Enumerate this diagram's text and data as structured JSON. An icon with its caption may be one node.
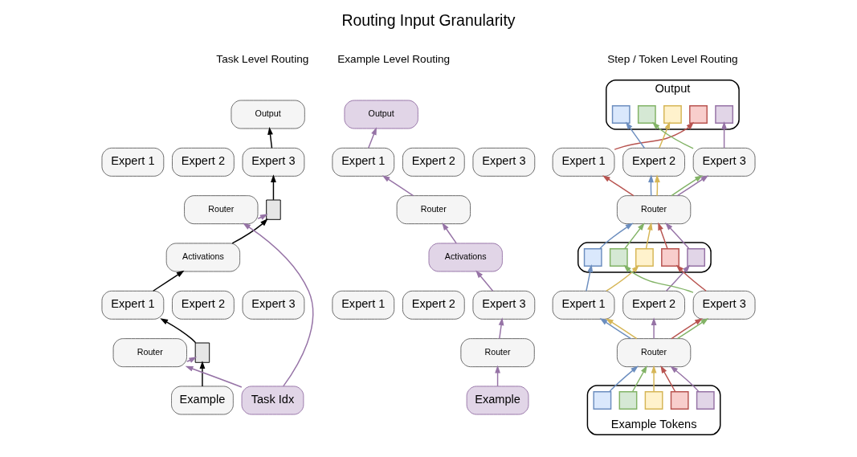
{
  "diagram": {
    "title": "Routing Input Granularity",
    "nodes": [
      {
        "text": [
          "Output"
        ]
      },
      {
        "text": [
          "Expert 1"
        ]
      },
      {
        "text": [
          "Expert 2"
        ]
      },
      {
        "text": [
          "Expert 3"
        ]
      },
      {
        "text": [],
        "shape": "bar"
      },
      {
        "text": [
          "Router"
        ]
      },
      {
        "text": [
          "Activations"
        ]
      },
      {
        "text": [
          "Expert 1"
        ]
      },
      {
        "text": [
          "Expert 2"
        ]
      },
      {
        "text": [
          "Expert 3"
        ]
      },
      {
        "text": [],
        "shape": "bar"
      },
      {
        "text": [
          "Router"
        ]
      },
      {
        "text": [
          "Example"
        ]
      },
      {
        "text": [
          "Task Idx"
        ]
      },
      {
        "text": [
          "Output"
        ]
      },
      {
        "text": [
          "Expert 1"
        ]
      },
      {
        "text": [
          "Expert 2"
        ]
      },
      {
        "text": [
          "Expert 3"
        ]
      },
      {
        "text": [
          "Router"
        ]
      },
      {
        "text": [
          "Activations"
        ]
      },
      {
        "text": [
          "Expert 1"
        ]
      },
      {
        "text": [
          "Expert 2"
        ]
      },
      {
        "text": [
          "Expert 3"
        ]
      },
      {
        "text": [
          "Router"
        ]
      },
      {
        "text": [
          "Example"
        ]
      },
      {
        "text": [
          "Output"
        ]
      },
      {
        "text": [],
        "shape": "box",
        "in": 25
      },
      {
        "text": [],
        "shape": "box",
        "in": 25
      },
      {
        "text": [],
        "shape": "box",
        "in": 25
      },
      {
        "text": [],
        "shape": "box",
        "in": 25
      },
      {
        "text": [],
        "shape": "box",
        "in": 25
      },
      {
        "text": [
          "Expert 1"
        ]
      },
      {
        "text": [
          "Expert 2"
        ]
      },
      {
        "text": [
          "Expert 3"
        ]
      },
      {
        "text": [
          "Router"
        ]
      },
      {
        "text": [],
        "shape": "box"
      },
      {
        "text": [],
        "shape": "box",
        "in": 35
      },
      {
        "text": [],
        "shape": "box",
        "in": 35
      },
      {
        "text": [],
        "shape": "box",
        "in": 35
      },
      {
        "text": [],
        "shape": "box",
        "in": 35
      },
      {
        "text": [],
        "shape": "box",
        "in": 35
      },
      {
        "text": [
          "Expert 1"
        ]
      },
      {
        "text": [
          "Expert 2"
        ]
      },
      {
        "text": [
          "Expert 3"
        ]
      },
      {
        "text": [
          "Router"
        ]
      },
      {
        "text": [
          "Example Tokens"
        ]
      },
      {
        "text": [],
        "shape": "box",
        "in": 45
      },
      {
        "text": [],
        "shape": "box",
        "in": 45
      },
      {
        "text": [],
        "shape": "box",
        "in": 45
      },
      {
        "text": [],
        "shape": "box",
        "in": 45
      },
      {
        "text": [],
        "shape": "box",
        "in": 45
      }
    ],
    "edges": [
      {
        "from": 3,
        "to": 0,
        "arrow": "to",
        "color": "#000000"
      },
      {
        "from": 4,
        "to": 3,
        "arrow": "to",
        "color": "#000000"
      },
      {
        "from": 5,
        "to": 4,
        "arrow": "to"
      },
      {
        "from": 6,
        "to": 4,
        "arrow": "to",
        "color": "#000000"
      },
      {
        "from": 7,
        "to": 6,
        "arrow": "to",
        "color": "#000000"
      },
      {
        "from": 10,
        "to": 7,
        "arrow": "to",
        "color": "#000000"
      },
      {
        "from": 11,
        "to": 10,
        "arrow": "to"
      },
      {
        "from": 12,
        "to": 10,
        "arrow": "to",
        "color": "#000000"
      },
      {
        "from": 13,
        "to": 11,
        "arrow": "to"
      },
      {
        "from": 13,
        "to": 5,
        "arrow": "to"
      },
      {
        "from": 15,
        "to": 14,
        "arrow": "to"
      },
      {
        "from": 18,
        "to": 15,
        "arrow": "to"
      },
      {
        "from": 19,
        "to": 18,
        "arrow": "to"
      },
      {
        "from": 22,
        "to": 19,
        "arrow": "to"
      },
      {
        "from": 23,
        "to": 22,
        "arrow": "to"
      },
      {
        "from": 24,
        "to": 23,
        "arrow": "to"
      },
      {
        "from": 46,
        "to": 44,
        "arrow": "to",
        "color": "#6c8ebf"
      },
      {
        "from": 47,
        "to": 44,
        "arrow": "to",
        "color": "#82b366"
      },
      {
        "from": 48,
        "to": 44,
        "arrow": "to",
        "color": "#d6b656"
      },
      {
        "from": 49,
        "to": 44,
        "arrow": "to",
        "color": "#b85450"
      },
      {
        "from": 50,
        "to": 44,
        "arrow": "to"
      },
      {
        "from": 44,
        "to": 41,
        "arrow": "to",
        "color": "#6c8ebf"
      },
      {
        "from": 44,
        "to": 41,
        "arrow": "to",
        "color": "#d6b656"
      },
      {
        "from": 44,
        "to": 42,
        "arrow": "to"
      },
      {
        "from": 44,
        "to": 43,
        "arrow": "to",
        "color": "#b85450"
      },
      {
        "from": 44,
        "to": 43,
        "arrow": "to",
        "color": "#82b366"
      },
      {
        "from": 41,
        "to": 36,
        "arrow": "to",
        "color": "#6c8ebf"
      },
      {
        "from": 41,
        "to": 38,
        "arrow": "to",
        "color": "#d6b656"
      },
      {
        "from": 42,
        "to": 40,
        "arrow": "to"
      },
      {
        "from": 43,
        "to": 39,
        "arrow": "to",
        "color": "#b85450"
      },
      {
        "from": 43,
        "to": 37,
        "arrow": "to",
        "color": "#82b366"
      },
      {
        "from": 36,
        "to": 34,
        "arrow": "to",
        "color": "#6c8ebf"
      },
      {
        "from": 37,
        "to": 34,
        "arrow": "to",
        "color": "#82b366"
      },
      {
        "from": 38,
        "to": 34,
        "arrow": "to",
        "color": "#d6b656"
      },
      {
        "from": 39,
        "to": 34,
        "arrow": "to",
        "color": "#b85450"
      },
      {
        "from": 40,
        "to": 34,
        "arrow": "to"
      },
      {
        "from": 34,
        "to": 31,
        "arrow": "to",
        "color": "#b85450"
      },
      {
        "from": 34,
        "to": 32,
        "arrow": "to",
        "color": "#6c8ebf"
      },
      {
        "from": 34,
        "to": 32,
        "arrow": "to",
        "color": "#d6b656"
      },
      {
        "from": 34,
        "to": 33,
        "arrow": "to",
        "color": "#82b366"
      },
      {
        "from": 34,
        "to": 33,
        "arrow": "to"
      },
      {
        "from": 31,
        "to": 29,
        "arrow": "to",
        "color": "#b85450"
      },
      {
        "from": 32,
        "to": 26,
        "arrow": "to",
        "color": "#6c8ebf"
      },
      {
        "from": 32,
        "to": 28,
        "arrow": "to",
        "color": "#d6b656"
      },
      {
        "from": 33,
        "to": 27,
        "arrow": "to",
        "color": "#82b366"
      },
      {
        "from": 33,
        "to": 30,
        "arrow": "to"
      }
    ],
    "labels": [
      "Task Level Routing",
      "Example Level Routing",
      "Step / Token Level Routing"
    ]
  }
}
